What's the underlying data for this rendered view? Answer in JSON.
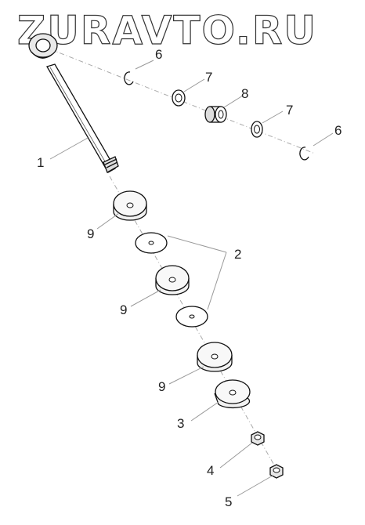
{
  "watermark": "ZURAVTO.RU",
  "callouts": [
    "1",
    "2",
    "3",
    "4",
    "5",
    "6",
    "6",
    "7",
    "7",
    "8",
    "9",
    "9",
    "9"
  ],
  "colors": {
    "ink": "#111111",
    "leader": "#999999",
    "background": "#ffffff"
  }
}
